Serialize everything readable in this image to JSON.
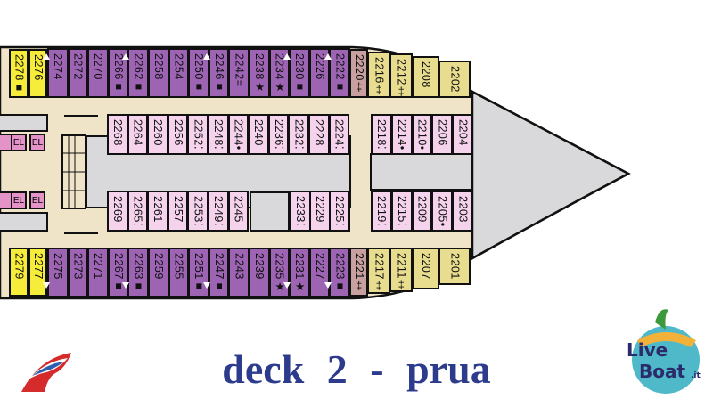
{
  "title": "deck 2 - prua",
  "elevator_label": "EL",
  "colors": {
    "caption": "#2d3b8c",
    "purple": "#9d64b4",
    "yellow": "#f6ec3a",
    "pink": "#f5d3ec",
    "corridor": "#efe3c8",
    "bow": "#d9d9db"
  },
  "logos": {
    "left": "Carnival funnel logo",
    "right": "LiveBoat.it"
  },
  "cabins": {
    "top_outer": [
      {
        "label": "2278■",
        "type": "yellow"
      },
      {
        "label": "2276",
        "type": "yellow"
      },
      {
        "label": "2274",
        "type": "purple"
      },
      {
        "label": "2272",
        "type": "purple"
      },
      {
        "label": "2270",
        "type": "purple"
      },
      {
        "label": "2266■",
        "type": "purple"
      },
      {
        "label": "2262■",
        "type": "purple"
      },
      {
        "label": "2258",
        "type": "purple"
      },
      {
        "label": "2254",
        "type": "purple"
      },
      {
        "label": "2250■",
        "type": "purple"
      },
      {
        "label": "2246■",
        "type": "purple"
      },
      {
        "label": "2242=",
        "type": "purple"
      },
      {
        "label": "2238★",
        "type": "purple"
      },
      {
        "label": "2234★",
        "type": "purple"
      },
      {
        "label": "2230■",
        "type": "purple"
      },
      {
        "label": "2226",
        "type": "purple"
      },
      {
        "label": "2222■",
        "type": "purple"
      },
      {
        "label": "2220‡",
        "type": "tan"
      },
      {
        "label": "2216‡",
        "type": "khaki"
      },
      {
        "label": "2212‡",
        "type": "khaki"
      },
      {
        "label": "2208",
        "type": "khaki"
      },
      {
        "label": "2202",
        "type": "khaki"
      }
    ],
    "top_inner": [
      "2268",
      "2264",
      "2260",
      "2256",
      "2252⁚",
      "2248⁚",
      "2244•",
      "2240",
      "2236⁚",
      "2232⁚",
      "2228",
      "2224⁚"
    ],
    "top_inner_fwd": [
      "2218⁚",
      "2214•",
      "2210•",
      "2206",
      "2204"
    ],
    "bottom_inner": [
      "2269",
      "2265⁚",
      "2261",
      "2257",
      "2253⁚",
      "2249⁚",
      "2245",
      "",
      "2233⁚",
      "2229",
      "2225⁚"
    ],
    "bottom_inner_fwd": [
      "2219⁚",
      "2215⁚",
      "2209",
      "2205•",
      "2203"
    ],
    "bottom_outer": [
      {
        "label": "2279",
        "type": "yellow"
      },
      {
        "label": "2277",
        "type": "yellow"
      },
      {
        "label": "2275",
        "type": "purple"
      },
      {
        "label": "2273",
        "type": "purple"
      },
      {
        "label": "2271",
        "type": "purple"
      },
      {
        "label": "2267■",
        "type": "purple"
      },
      {
        "label": "2263■",
        "type": "purple"
      },
      {
        "label": "2259",
        "type": "purple"
      },
      {
        "label": "2255",
        "type": "purple"
      },
      {
        "label": "2251■",
        "type": "purple"
      },
      {
        "label": "2247■",
        "type": "purple"
      },
      {
        "label": "2243",
        "type": "purple"
      },
      {
        "label": "2239",
        "type": "purple"
      },
      {
        "label": "2235★",
        "type": "purple"
      },
      {
        "label": "2231★",
        "type": "purple"
      },
      {
        "label": "2227",
        "type": "purple"
      },
      {
        "label": "2223■",
        "type": "purple"
      },
      {
        "label": "2221‡",
        "type": "tan"
      },
      {
        "label": "2217‡",
        "type": "khaki"
      },
      {
        "label": "2211‡",
        "type": "khaki"
      },
      {
        "label": "2207",
        "type": "khaki"
      },
      {
        "label": "2201",
        "type": "khaki"
      }
    ]
  }
}
